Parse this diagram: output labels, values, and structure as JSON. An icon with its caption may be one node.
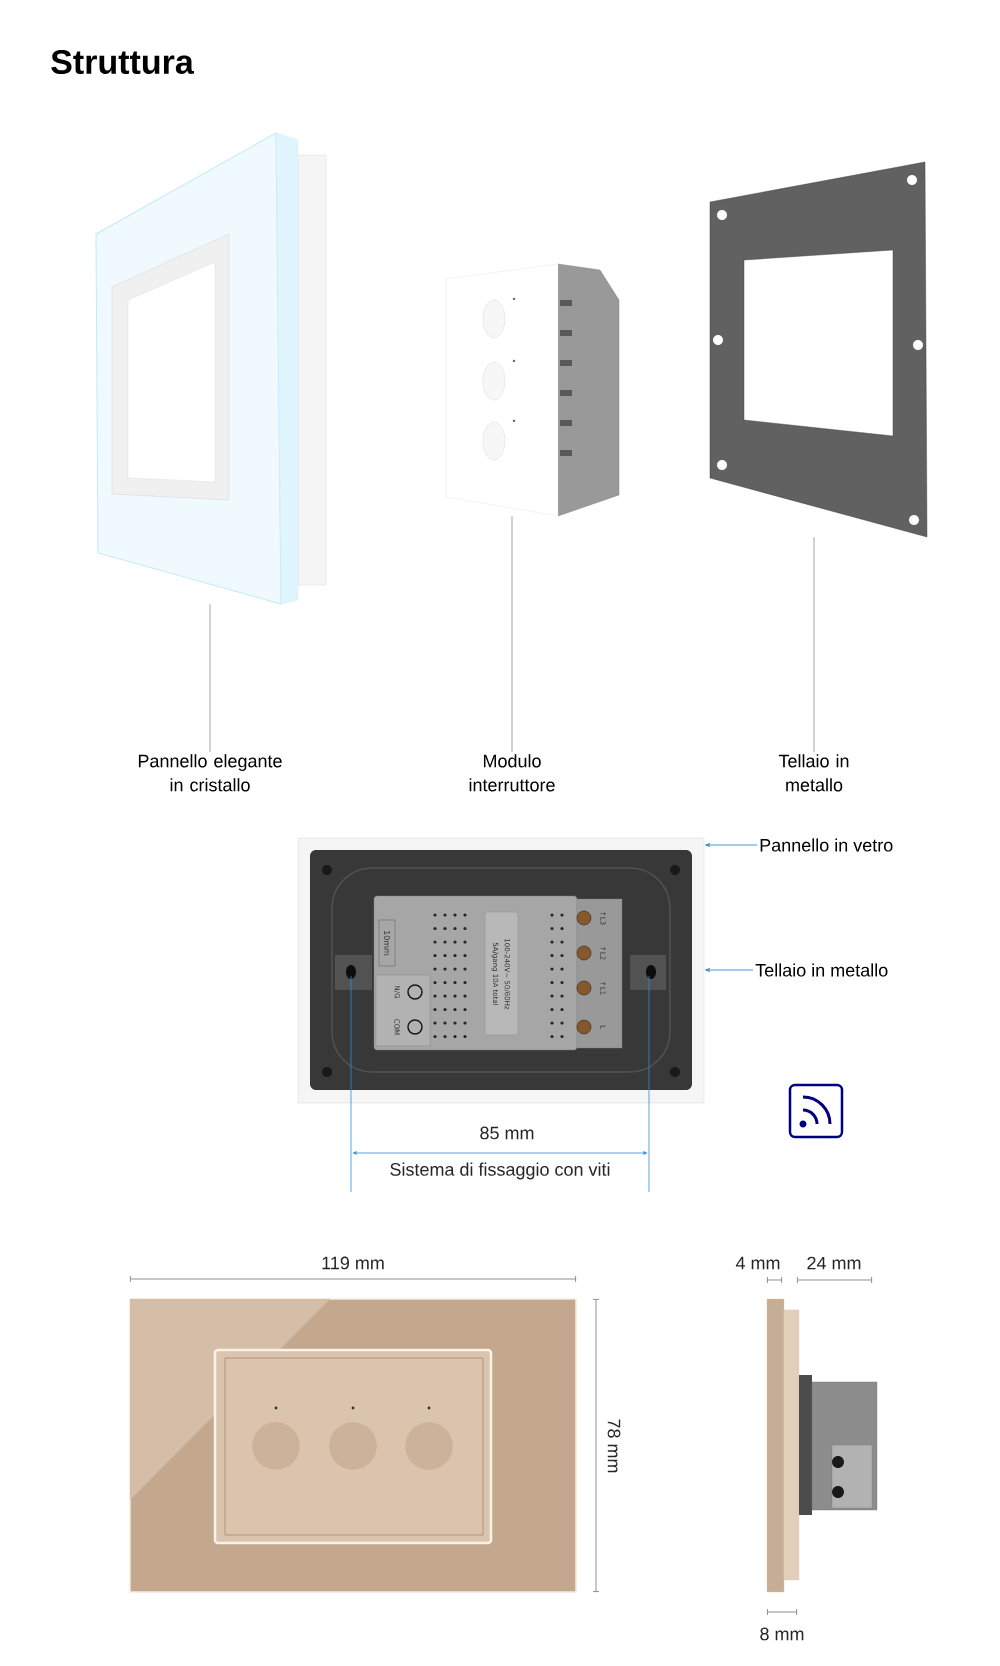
{
  "diagram": {
    "title": "Struttura",
    "nodes": [
      {
        "text": [],
        "shape": "picture"
      },
      {
        "text": [],
        "shape": "picture"
      },
      {
        "text": [],
        "shape": "picture"
      },
      {
        "text": [
          "Pannello elegante in cristallo"
        ]
      },
      {
        "text": [
          "Modulo interruttore"
        ]
      },
      {
        "text": [
          "Tellaio in metallo"
        ]
      },
      {
        "text": [],
        "shape": "picture"
      },
      {
        "text": [
          "Pannello in vetro"
        ]
      },
      {
        "text": [
          "Tellaio in metallo"
        ]
      }
    ],
    "edges": [
      {
        "from": 3,
        "to": 0,
        "arrow": "none"
      },
      {
        "from": 4,
        "to": 1,
        "arrow": "none"
      },
      {
        "from": 5,
        "to": 2,
        "arrow": "none"
      },
      {
        "from": 7,
        "to": 6,
        "arrow": "to",
        "color": "#2e8fd4"
      },
      {
        "from": 8,
        "to": 6,
        "arrow": "to",
        "color": "#2e8fd4"
      }
    ],
    "labels": [
      "10mm",
      "100-240V~ 50/60Hz",
      "5A/gang 10A total",
      "↑L3",
      "↑L2",
      "↑L1",
      "L",
      "N/G",
      "COM",
      "85 mm",
      "Sistema di fissaggio con viti",
      "119 mm",
      "4 mm",
      "24 mm",
      "78 mm",
      "8 mm"
    ]
  }
}
